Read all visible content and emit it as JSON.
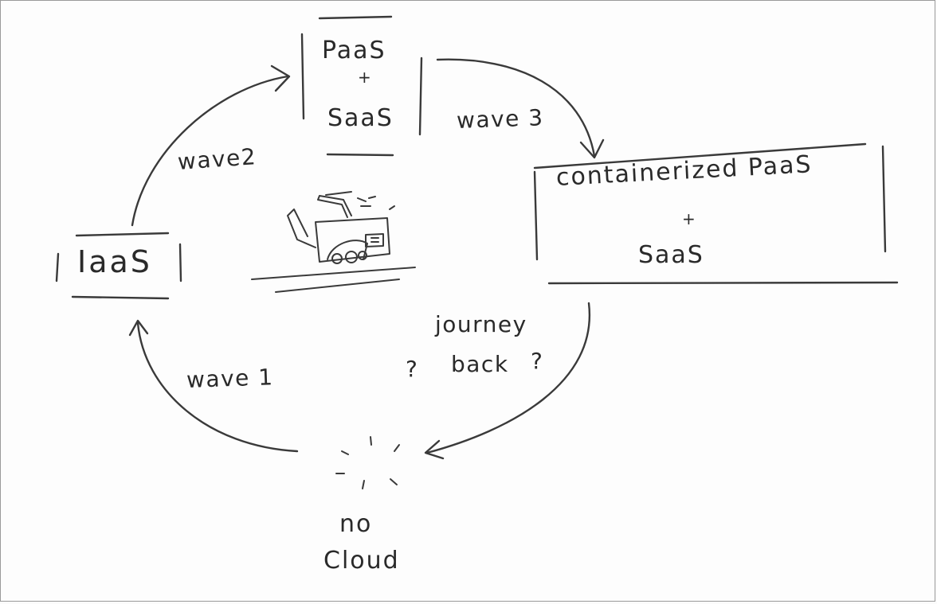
{
  "nodes": {
    "iaas": {
      "label": "IaaS"
    },
    "paas_saas": {
      "top": "PaaS",
      "plus": "+",
      "bottom": "SaaS"
    },
    "containerized": {
      "top": "containerized PaaS",
      "plus": "+",
      "bottom": "SaaS"
    },
    "no_cloud": {
      "line1": "no",
      "line2": "Cloud"
    }
  },
  "edges": {
    "wave1": "wave 1",
    "wave2": "wave2",
    "wave3": "wave 3",
    "journey_back": {
      "line1": "journey",
      "line2": "back",
      "q1": "?",
      "q2": "?"
    }
  },
  "colors": {
    "ink": "#2a2a2a",
    "paper": "#fdfdfd",
    "border": "#9a9a9a"
  }
}
